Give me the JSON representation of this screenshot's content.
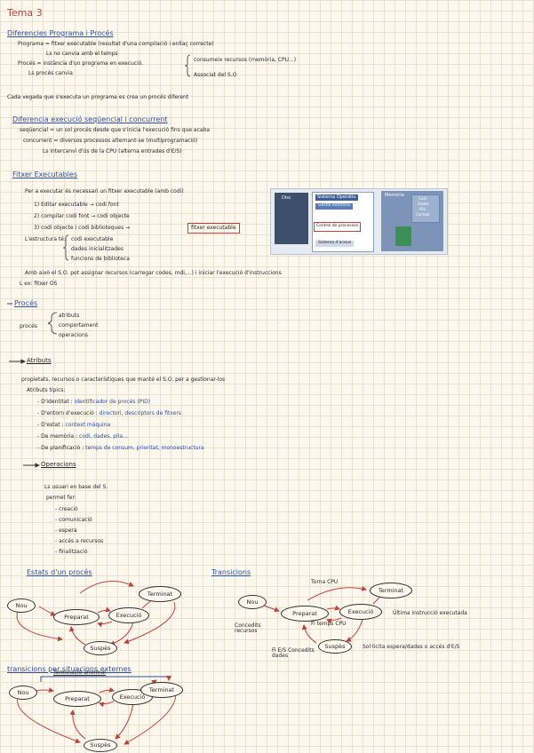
{
  "title": "Tema 3",
  "sec1": {
    "heading": "Diferencies Programa i Procés",
    "programa": "Programa = fitxer executable (resultat d'una compilació i enllaç correcte)",
    "programa_sub": "Ls no canvia amb el temps",
    "proces": "Procés = instància d'un programa en execució.",
    "proces_sub": "Ls procés canvia",
    "brace_1": "consumeix recursos (memòria, CPU...)",
    "brace_2": "Associat del S.O",
    "note": "Cada vegada que s'executa un programa es crea un procés diferent"
  },
  "sec2": {
    "heading": "Diferencia execució seqüencial i concurrent",
    "seq": "seqüencial = un sol procés desde que s'inicia l'execució fins que acaba",
    "conc": "concurrent = diversos processos alternant-se (multiprogramació)",
    "conc_sub": "Ls intercanvi d'ús de la CPU (alterna entrades d'E/S)"
  },
  "sec3": {
    "heading": "Fitxer Executables",
    "intro": "Per a executar és necessari un fitxer executable (amb codi)",
    "step1": "1) Editar executable → codi font",
    "step2": "2) compilar codi font → codi objecte",
    "step3": "3) codi objecte i codi biblioteques →",
    "step3_box": "fitxer executable",
    "struct": "L'estructura té:",
    "struct_1": "codi executable",
    "struct_2": "dades inicialitzades",
    "struct_3": "funcions de biblioteca",
    "after": "Amb això el S.O. pot assignar recursos (carregar codes, mdi,...) i iniciar l'execució d'instruccions",
    "ex": "L ex: fitxer OS"
  },
  "diagram": {
    "disc": "Disc",
    "so": "Sistema Operatiu",
    "gm": "Gestió memòria",
    "cp": "Control de processos",
    "fs": "Sistema d'arxius",
    "mem": "Memòria",
    "mem_1": "Codi",
    "mem_2": "Dades",
    "mem_3": "Pila",
    "mem_4": "Context"
  },
  "sec4": {
    "heading": "Procés",
    "left": "procés",
    "items": [
      "atributs",
      "comportament",
      "operacions"
    ]
  },
  "sec5": {
    "heading": "Atributs",
    "intro": "propietats, recursos o característiques que manté el S.O. per a gestionar-los",
    "sub": "Atributs típics:",
    "a1_k": "D'identitat :",
    "a1_v": "identificador de procés (PID)",
    "a2_k": "D'entorn d'execució :",
    "a2_v": "directori, descriptors de fitxers",
    "a3_k": "D'estat :",
    "a3_v": "context màquina",
    "a4_k": "De memòria :",
    "a4_v": "codi, dades, pila...",
    "a5_k": "De planificació :",
    "a5_v": "temps de consum, prioritat, monoestructura"
  },
  "sec6": {
    "heading": "Operacions",
    "l1": "Ls usuari en base del S.",
    "l2": "permet fer:",
    "ops": [
      "creació",
      "comunicació",
      "espera",
      "accés a recursos",
      "finalització"
    ]
  },
  "states": {
    "heading": "Estats d'un procés",
    "nou": "Nou",
    "prep": "Preparat",
    "exec": "Execució",
    "term": "Terminat",
    "susp": "Suspès"
  },
  "trans": {
    "heading": "Transicions",
    "nou": "Nou",
    "prep": "Preparat",
    "exec": "Execució",
    "term": "Terminat",
    "susp": "Suspès",
    "l_top": "Torna CPU",
    "l_left": "Concedits recursos",
    "l_mid": "Fi temps CPU",
    "l_right": "Última instrucció executada",
    "l_bottom": "Fi E/S Concedits dades",
    "l_br": "Sol·licita espera/dades o accés d'E/S"
  },
  "ext": {
    "heading": "transicions per situacions externes",
    "label": "Terminació anormal",
    "nou": "Nou",
    "prep": "Preparat",
    "exec": "Execució",
    "term": "Terminat",
    "susp": "Suspès"
  }
}
